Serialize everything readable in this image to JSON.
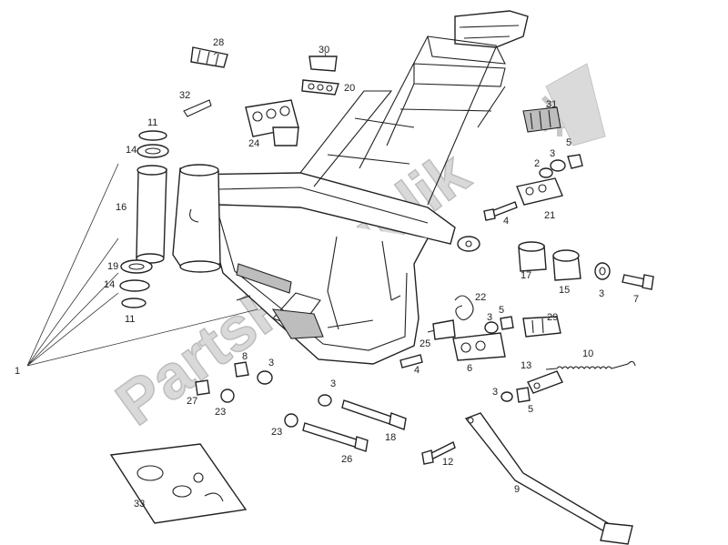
{
  "watermark": {
    "text": "PartsRepublik",
    "color": "#d6d6d6"
  },
  "callouts": [
    {
      "id": "28",
      "label": "28"
    },
    {
      "id": "30",
      "label": "30"
    },
    {
      "id": "20",
      "label": "20"
    },
    {
      "id": "32",
      "label": "32"
    },
    {
      "id": "24",
      "label": "24"
    },
    {
      "id": "11a",
      "label": "11"
    },
    {
      "id": "14a",
      "label": "14"
    },
    {
      "id": "16",
      "label": "16"
    },
    {
      "id": "19",
      "label": "19"
    },
    {
      "id": "14b",
      "label": "14"
    },
    {
      "id": "11b",
      "label": "11"
    },
    {
      "id": "1",
      "label": "1"
    },
    {
      "id": "31",
      "label": "31"
    },
    {
      "id": "2",
      "label": "2"
    },
    {
      "id": "3a",
      "label": "3"
    },
    {
      "id": "5a",
      "label": "5"
    },
    {
      "id": "4a",
      "label": "4"
    },
    {
      "id": "21",
      "label": "21"
    },
    {
      "id": "17",
      "label": "17"
    },
    {
      "id": "15",
      "label": "15"
    },
    {
      "id": "3b",
      "label": "3"
    },
    {
      "id": "7",
      "label": "7"
    },
    {
      "id": "22",
      "label": "22"
    },
    {
      "id": "3c",
      "label": "3"
    },
    {
      "id": "5b",
      "label": "5"
    },
    {
      "id": "29",
      "label": "29"
    },
    {
      "id": "25",
      "label": "25"
    },
    {
      "id": "6",
      "label": "6"
    },
    {
      "id": "4b",
      "label": "4"
    },
    {
      "id": "10",
      "label": "10"
    },
    {
      "id": "13",
      "label": "13"
    },
    {
      "id": "3d",
      "label": "3"
    },
    {
      "id": "5c",
      "label": "5"
    },
    {
      "id": "8",
      "label": "8"
    },
    {
      "id": "3e",
      "label": "3"
    },
    {
      "id": "27",
      "label": "27"
    },
    {
      "id": "23a",
      "label": "23"
    },
    {
      "id": "3f",
      "label": "3"
    },
    {
      "id": "23b",
      "label": "23"
    },
    {
      "id": "18",
      "label": "18"
    },
    {
      "id": "26",
      "label": "26"
    },
    {
      "id": "12",
      "label": "12"
    },
    {
      "id": "9",
      "label": "9"
    },
    {
      "id": "33",
      "label": "33"
    }
  ]
}
